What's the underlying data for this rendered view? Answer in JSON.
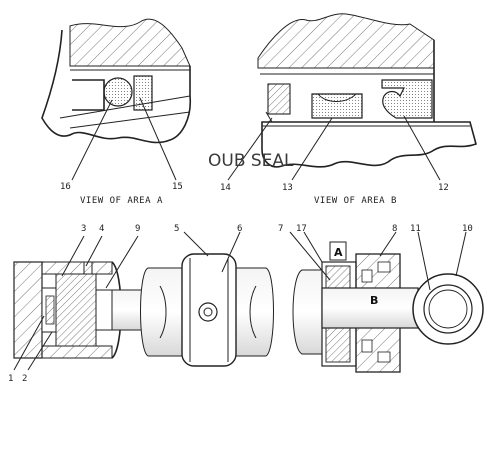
{
  "overlay_title": "OUB SEAL",
  "views": {
    "area_a_caption": "VIEW OF AREA A",
    "area_b_caption": "VIEW OF AREA B"
  },
  "callouts": {
    "c1": "1",
    "c2": "2",
    "c3": "3",
    "c4": "4",
    "c5": "5",
    "c6": "6",
    "c7": "7",
    "c8": "8",
    "c9": "9",
    "c10": "10",
    "c11": "11",
    "c12": "12",
    "c13": "13",
    "c14": "14",
    "c15": "15",
    "c16": "16",
    "c17": "17"
  },
  "area_labels": {
    "a": "A",
    "b": "B"
  }
}
